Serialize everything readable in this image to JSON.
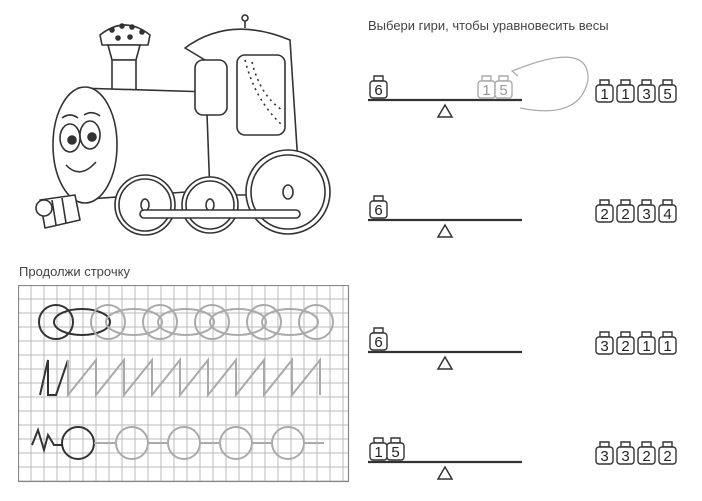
{
  "right_title": "Выбери гири, чтобы уравновесить весы",
  "left_title": "Продолжи строчку",
  "scales": [
    {
      "left_weight": "6",
      "candidate_weights": [
        "1",
        "5"
      ],
      "choices": [
        "1",
        "1",
        "3",
        "5"
      ]
    },
    {
      "left_weight": "6",
      "candidate_weights": [],
      "choices": [
        "2",
        "2",
        "3",
        "4"
      ]
    },
    {
      "left_weight": "6",
      "candidate_weights": [],
      "choices": [
        "3",
        "2",
        "1",
        "1"
      ]
    },
    {
      "left_weight": "15",
      "candidate_weights": [],
      "choices": [
        "3",
        "3",
        "2",
        "2"
      ]
    }
  ]
}
